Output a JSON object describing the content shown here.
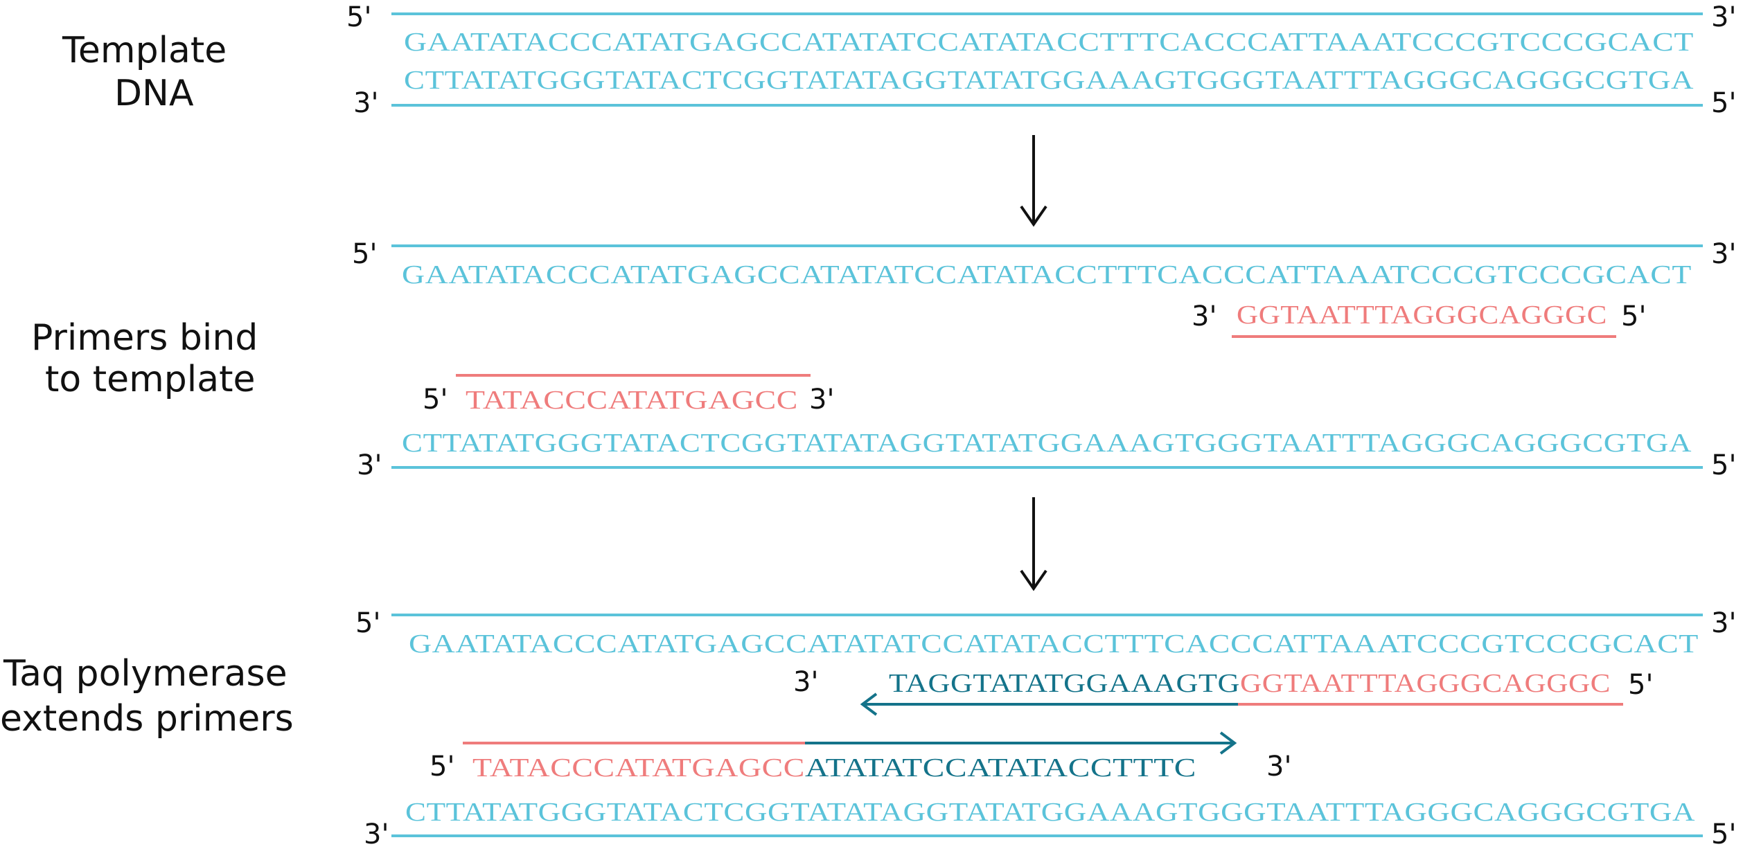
{
  "labels": {
    "template": [
      "Template",
      "DNA"
    ],
    "bind": [
      "Primers bind",
      "to template"
    ],
    "extend": [
      "Taq polymerase",
      "extends primers"
    ]
  },
  "ends": {
    "five": "5'",
    "three": "3'"
  },
  "sequences": {
    "top_strand": "GAATATACCCATATGAGCCATATATCCATATACCTTTCACCCATTAAATCCCGTCCCGCACT",
    "bottom_strand": "CTTATATGGGTATACTCGGTATATAGGTATATGGAAAGTGGGTAATTTAGGGCAGGGCGTGA",
    "reverse_primer": "GGTAATTTAGGGCAGGGC",
    "forward_primer": "TATACCCATATGAGCC",
    "reverse_extension": "TAGGTATATGGAAAGTG",
    "forward_extension": "ATATATCCATATACCTTTC"
  },
  "colors": {
    "template": "#5bc3da",
    "primer": "#ef7c7c",
    "new_strand": "#14738a",
    "text": "#111111"
  }
}
